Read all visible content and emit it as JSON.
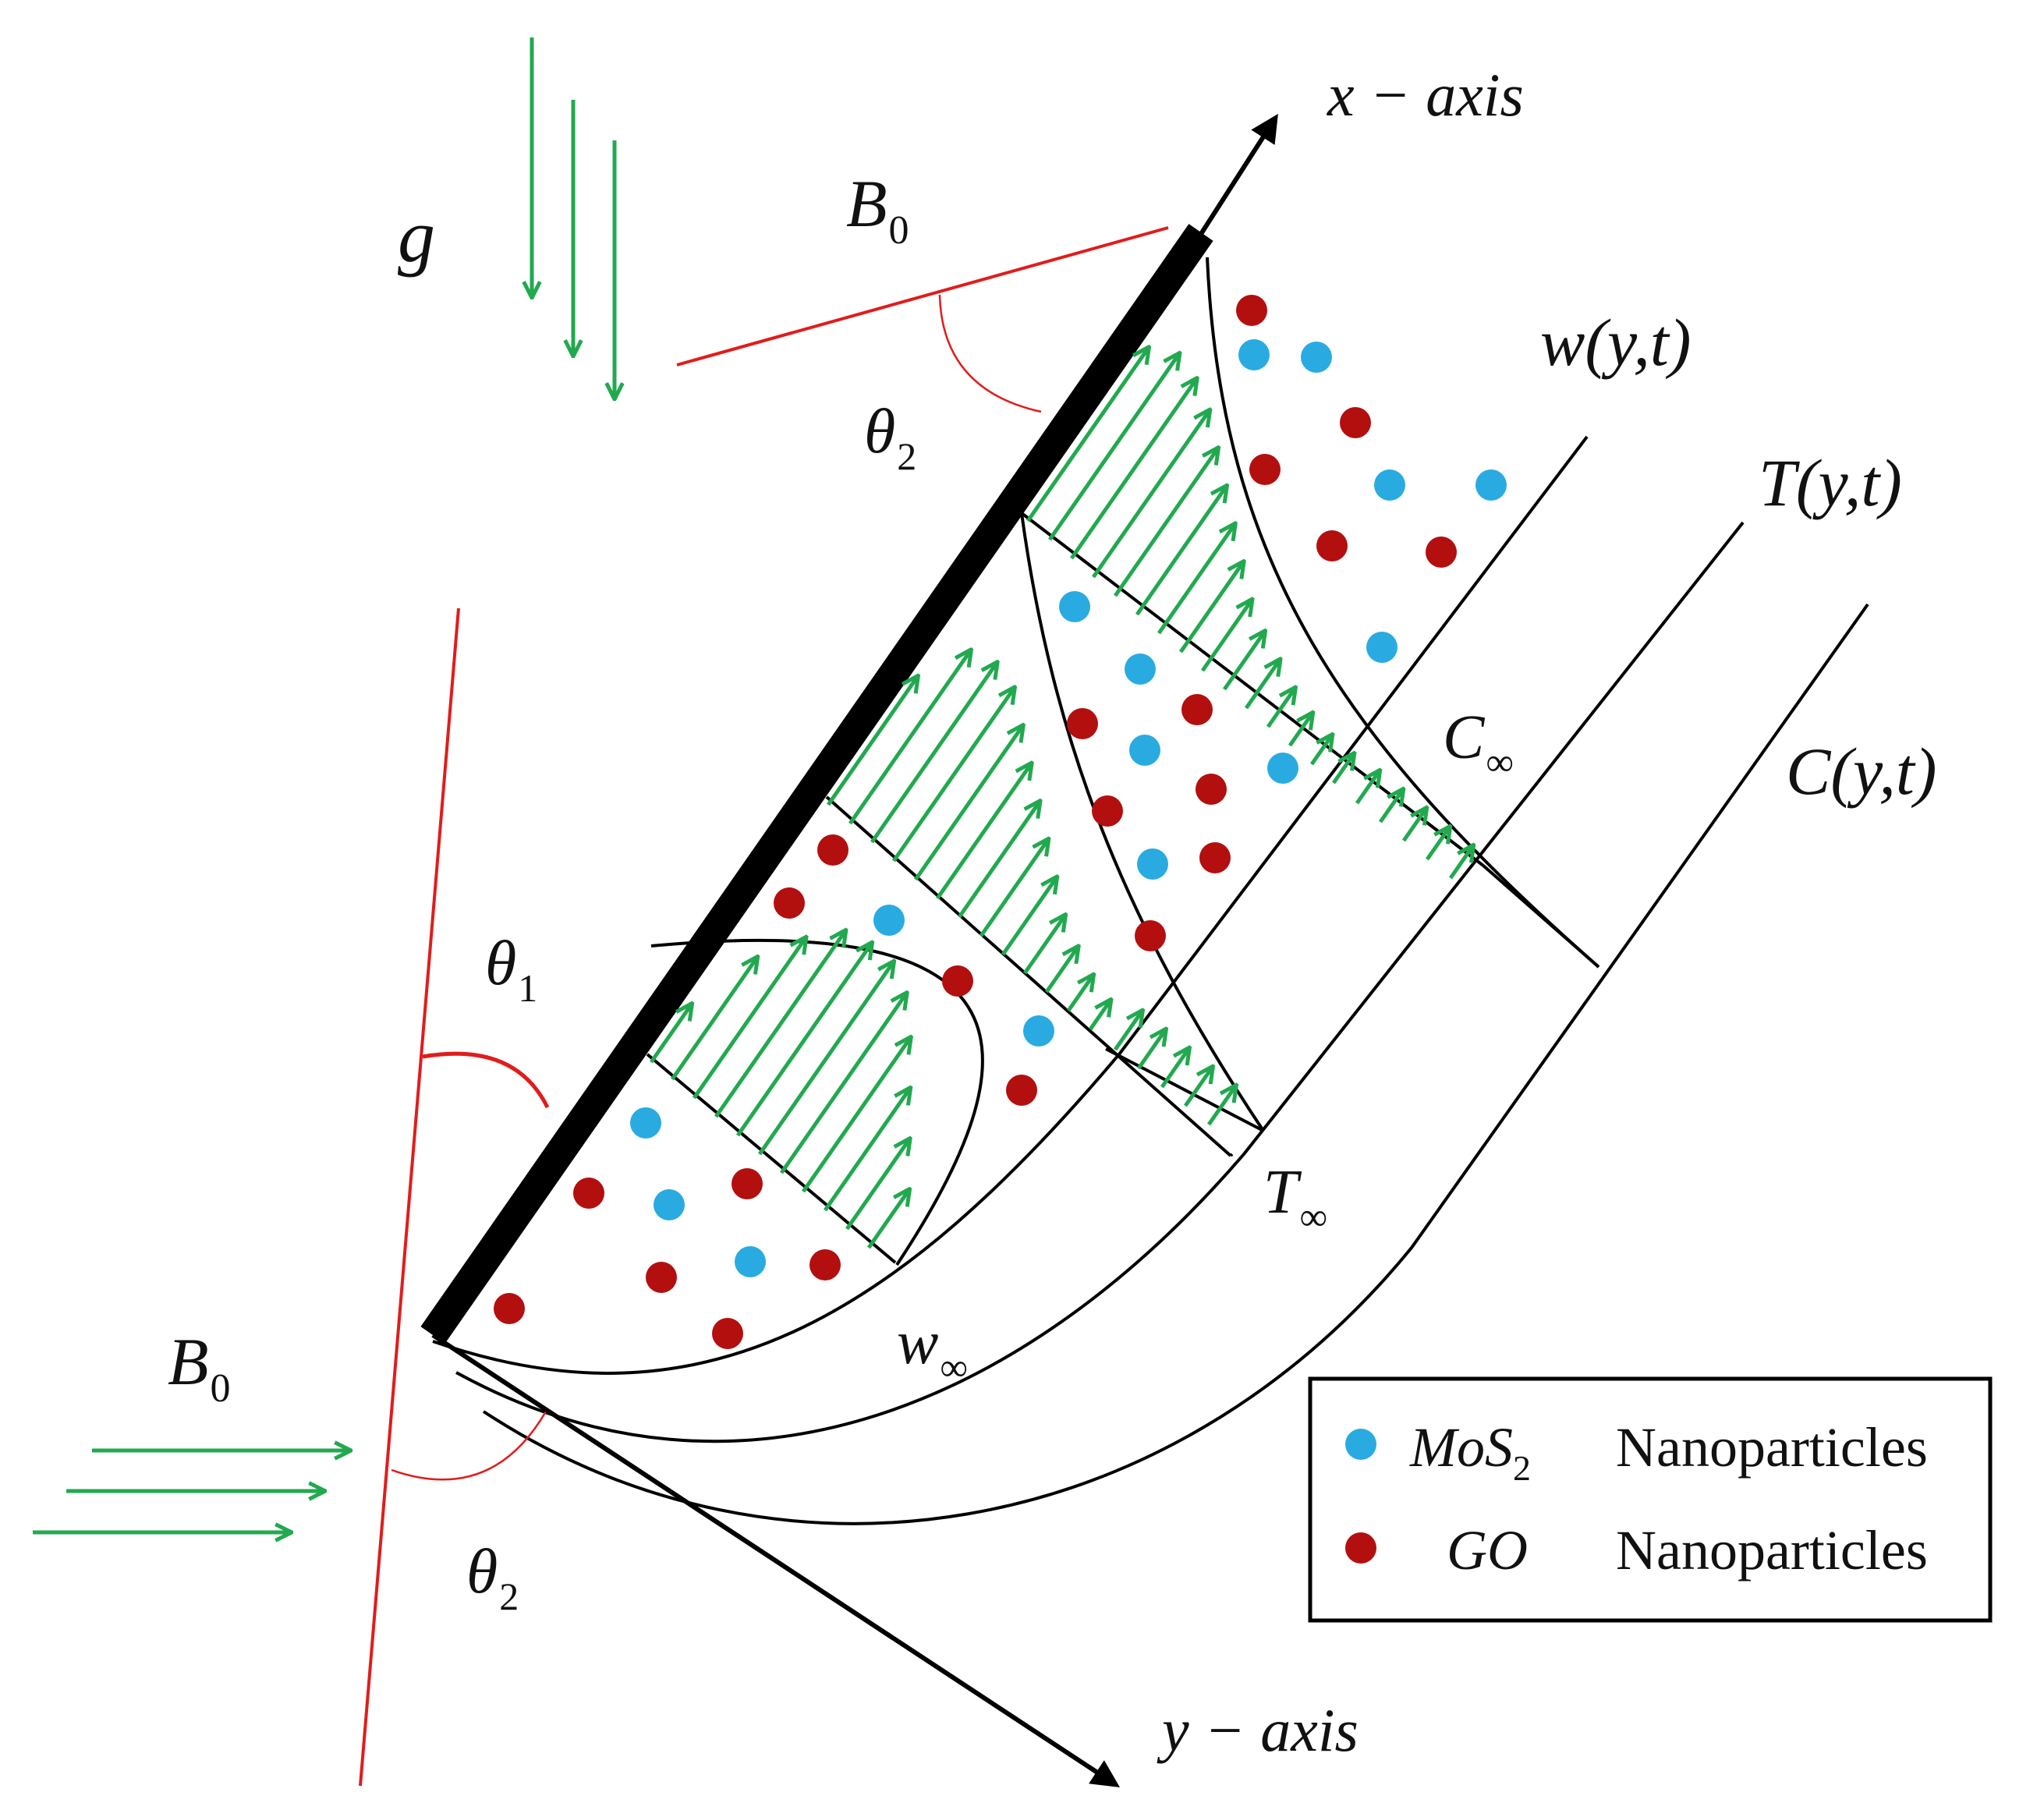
{
  "labels": {
    "x_axis": "x − axis",
    "y_axis": "y − axis",
    "gravity": "g",
    "field_top": {
      "main": "B",
      "sub": "0"
    },
    "field_left": {
      "main": "B",
      "sub": "0"
    },
    "theta1": {
      "main": "θ",
      "sub": "1"
    },
    "theta2_top": {
      "main": "θ",
      "sub": "2"
    },
    "theta2_bottom": {
      "main": "θ",
      "sub": "2"
    },
    "w_profile": "w(y,t)",
    "t_profile": "T(y,t)",
    "c_profile": "C(y,t)",
    "w_inf": {
      "main": "w",
      "sub": "∞"
    },
    "t_inf": {
      "main": "T",
      "sub": "∞"
    },
    "c_inf": {
      "main": "C",
      "sub": "∞"
    }
  },
  "legend": {
    "items": [
      {
        "symbol": "MoS",
        "symbol_sub": "2",
        "text": "Nanoparticles",
        "color": "#29abe2"
      },
      {
        "symbol": "GO",
        "symbol_sub": "",
        "text": "Nanoparticles",
        "color": "#b30f0f"
      }
    ]
  },
  "colors": {
    "mos2": "#29abe2",
    "go": "#b30f0f",
    "arrows": "#22a94f",
    "field_line": "#e11c1c",
    "ink": "#000000"
  },
  "icons": {
    "mos2_particle": "blue-dot-icon",
    "go_particle": "red-dot-icon",
    "velocity": "green-arrow-icon"
  }
}
